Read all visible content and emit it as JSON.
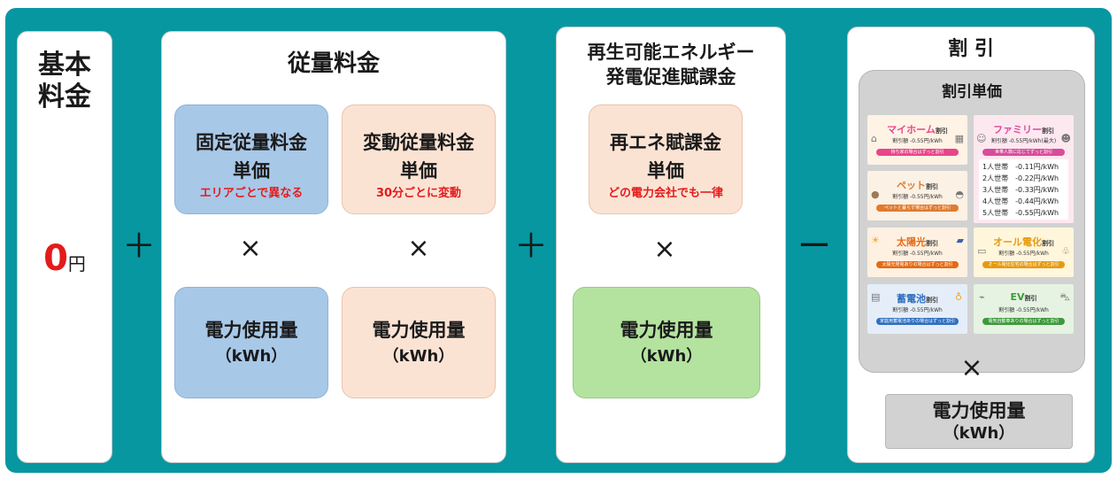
{
  "basic": {
    "line1": "基本",
    "line2": "料金",
    "value": "0",
    "unit": "円"
  },
  "operators": {
    "plus1": "＋",
    "plus2": "＋",
    "minus": "ー",
    "times": "×"
  },
  "usage": {
    "title": "従量料金",
    "fixed": {
      "l1": "固定従量料金",
      "l2": "単価",
      "note": "エリアごとで異なる"
    },
    "variable": {
      "l1": "変動従量料金",
      "l2": "単価",
      "note": "30分ごとに変動"
    },
    "kwh_label": "電力使用量",
    "kwh_unit": "（kWh）"
  },
  "renewable": {
    "title1": "再生可能エネルギー",
    "title2": "発電促進賦課金",
    "box": {
      "l1": "再エネ賦課金",
      "l2": "単価",
      "note": "どの電力会社でも一律"
    },
    "kwh_label": "電力使用量",
    "kwh_unit": "（kWh）"
  },
  "discount": {
    "title": "割 引",
    "unit_title": "割引単価",
    "kwh_label": "電力使用量",
    "kwh_unit": "（kWh）",
    "cards": {
      "myhome": {
        "name": "マイホーム",
        "suffix": "割引",
        "amount": "割引額 -0.55円/kWh",
        "band": "持ち家の場合はずっと割引"
      },
      "family": {
        "name": "ファミリー",
        "suffix": "割引",
        "amount": "割引額 -0.55円/kWh(最大)",
        "band": "世帯人数に応じてずっと割引"
      },
      "pet": {
        "name": "ペット",
        "suffix": "割引",
        "amount": "割引額 -0.55円/kWh",
        "band": "ペットと暮らす場合はずっと割引"
      },
      "solar": {
        "name": "太陽光",
        "suffix": "割引",
        "amount": "割引額 -0.55円/kWh",
        "band": "太陽光発電ありの場合はずっと割引"
      },
      "alldenka": {
        "name": "オール電化",
        "suffix": "割引",
        "amount": "割引額 -0.55円/kWh",
        "band": "オール電化住宅の場合はずっと割引"
      },
      "battery": {
        "name": "蓄電池",
        "suffix": "割引",
        "amount": "割引額 -0.55円/kWh",
        "band": "家庭用蓄電池ありの場合はずっと割引"
      },
      "ev": {
        "name": "EV",
        "suffix": "割引",
        "amount": "割引額 -0.55円/kWh",
        "band": "電気自動車ありの場合はずっと割引"
      }
    },
    "family_tiers": [
      "1人世帯　-0.11円/kWh",
      "2人世帯　-0.22円/kWh",
      "3人世帯　-0.33円/kWh",
      "4人世帯　-0.44円/kWh",
      "5人世帯　-0.55円/kWh"
    ]
  },
  "colors": {
    "frame": "#0797a1",
    "blue": "#a8c8e8",
    "peach": "#fbe3d4",
    "green": "#b3e39f",
    "grey": "#d2d2d2",
    "note_red": "#e41b1b"
  }
}
